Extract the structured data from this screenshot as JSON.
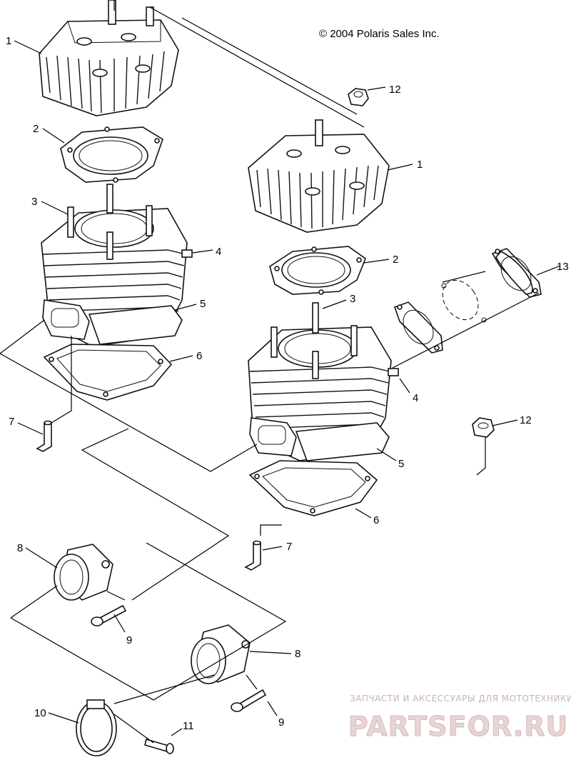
{
  "copyright": "© 2004 Polaris Sales Inc.",
  "watermark": {
    "tagline": "ЗАПЧАСТИ И АКСЕССУАРЫ ДЛЯ МОТОТЕХНИКИ",
    "logo_text": "PARTSFOR.RU"
  },
  "callouts": {
    "c1a": "1",
    "c1b": "1",
    "c2a": "2",
    "c2b": "2",
    "c3a": "3",
    "c3b": "3",
    "c4a": "4",
    "c4b": "4",
    "c5a": "5",
    "c5b": "5",
    "c6a": "6",
    "c6b": "6",
    "c7a": "7",
    "c7b": "7",
    "c8a": "8",
    "c8b": "8",
    "c9a": "9",
    "c9b": "9",
    "c10": "10",
    "c11": "11",
    "c12a": "12",
    "c12b": "12",
    "c13": "13"
  }
}
